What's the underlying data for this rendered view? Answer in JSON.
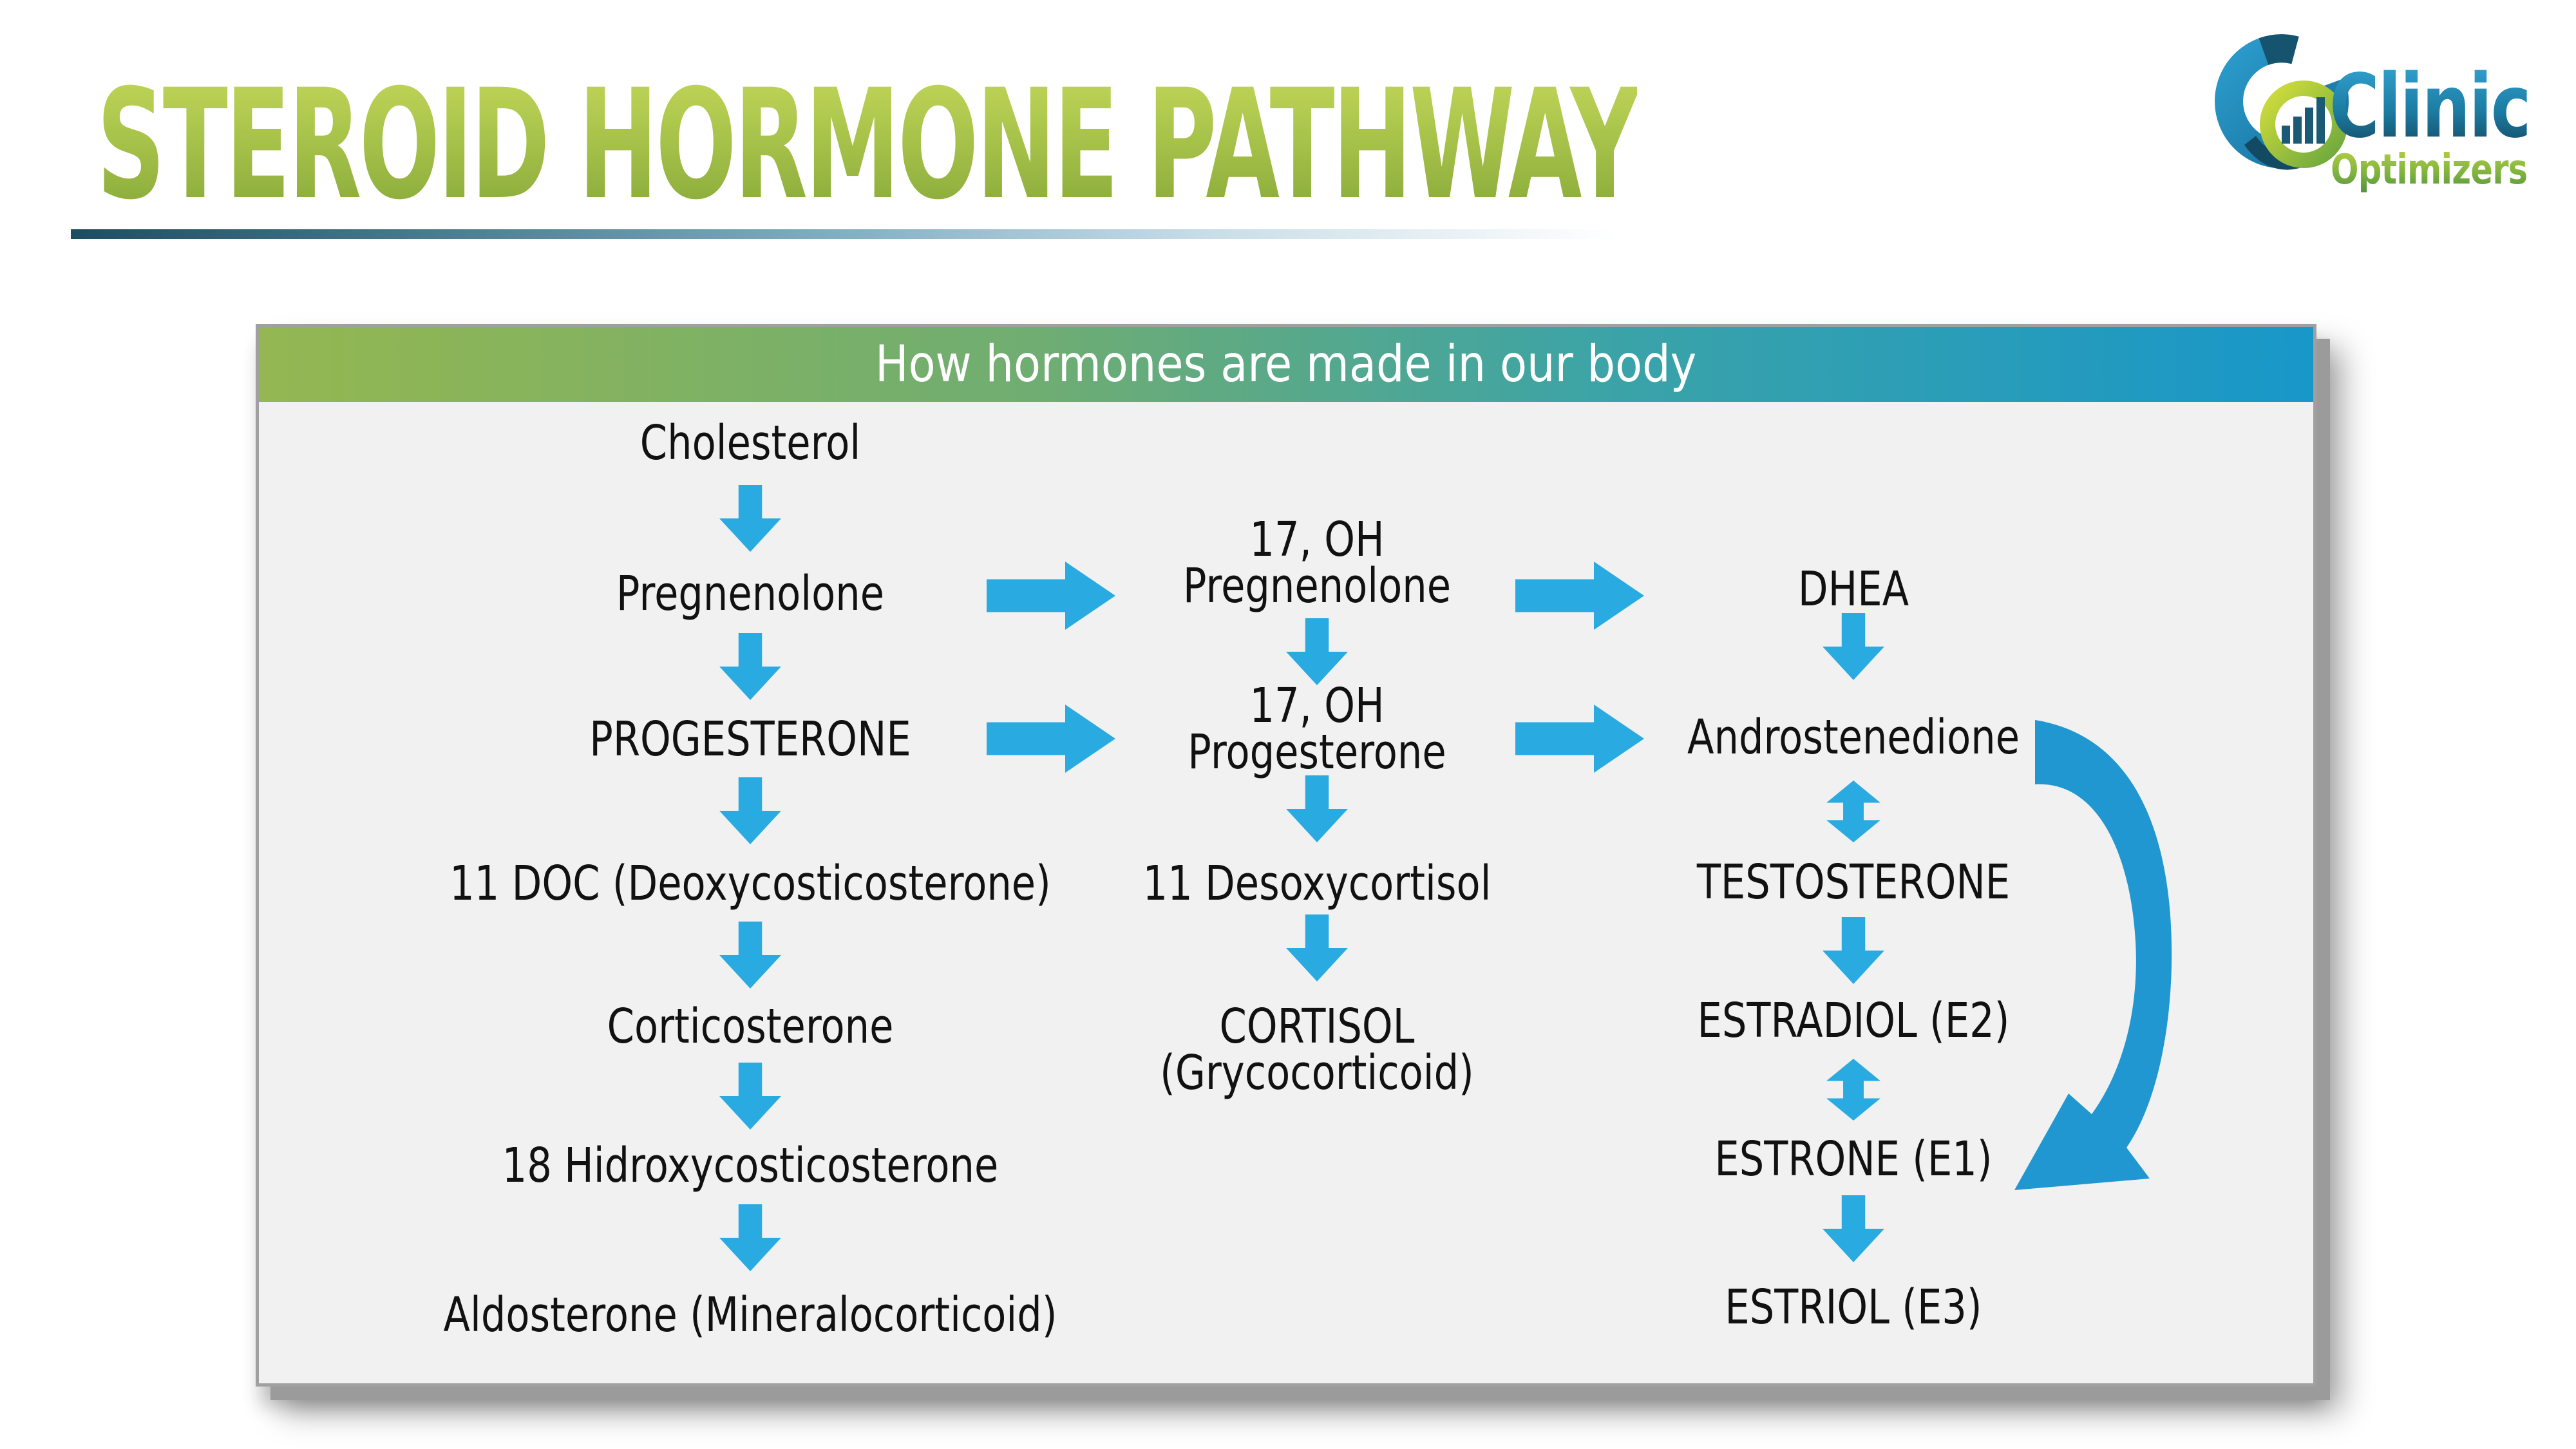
{
  "title": {
    "text": "STEROID HORMONE PATHWAY"
  },
  "logo": {
    "brand": "Clinic",
    "sub": "Optimizers"
  },
  "panel": {
    "header": "How hormones are made in our body"
  },
  "pathway": {
    "col1": [
      "Cholesterol",
      "Pregnenolone",
      "PROGESTERONE",
      "11 DOC (Deoxycosticosterone)",
      "Corticosterone",
      "18 Hidroxycosticosterone",
      "Aldosterone (Mineralocorticoid)"
    ],
    "col2": [
      "17, OH\nPregnenolone",
      "17, OH\nProgesterone",
      "11 Desoxycortisol",
      "CORTISOL\n(Grycocorticoid)"
    ],
    "col3": [
      "DHEA",
      "Androstenedione",
      "TESTOSTERONE",
      "ESTRADIOL (E2)",
      "ESTRONE (E1)",
      "ESTRIOL (E3)"
    ]
  },
  "edges": [
    {
      "from": "Cholesterol",
      "to": "Pregnenolone",
      "type": "down"
    },
    {
      "from": "Pregnenolone",
      "to": "PROGESTERONE",
      "type": "down"
    },
    {
      "from": "PROGESTERONE",
      "to": "11 DOC (Deoxycosticosterone)",
      "type": "down"
    },
    {
      "from": "11 DOC (Deoxycosticosterone)",
      "to": "Corticosterone",
      "type": "down"
    },
    {
      "from": "Corticosterone",
      "to": "18 Hidroxycosticosterone",
      "type": "down"
    },
    {
      "from": "18 Hidroxycosticosterone",
      "to": "Aldosterone (Mineralocorticoid)",
      "type": "down"
    },
    {
      "from": "Pregnenolone",
      "to": "17, OH Pregnenolone",
      "type": "right"
    },
    {
      "from": "PROGESTERONE",
      "to": "17, OH Progesterone",
      "type": "right"
    },
    {
      "from": "17, OH Pregnenolone",
      "to": "17, OH Progesterone",
      "type": "down"
    },
    {
      "from": "17, OH Progesterone",
      "to": "11 Desoxycortisol",
      "type": "down"
    },
    {
      "from": "11 Desoxycortisol",
      "to": "CORTISOL (Grycocorticoid)",
      "type": "down"
    },
    {
      "from": "17, OH Pregnenolone",
      "to": "DHEA",
      "type": "right"
    },
    {
      "from": "17, OH Progesterone",
      "to": "Androstenedione",
      "type": "right"
    },
    {
      "from": "DHEA",
      "to": "Androstenedione",
      "type": "down"
    },
    {
      "from": "Androstenedione",
      "to": "TESTOSTERONE",
      "type": "bidirectional"
    },
    {
      "from": "TESTOSTERONE",
      "to": "ESTRADIOL (E2)",
      "type": "down"
    },
    {
      "from": "ESTRADIOL (E2)",
      "to": "ESTRONE (E1)",
      "type": "bidirectional"
    },
    {
      "from": "ESTRONE (E1)",
      "to": "ESTRIOL (E3)",
      "type": "down"
    },
    {
      "from": "Androstenedione",
      "to": "ESTRONE (E1)",
      "type": "curved"
    }
  ],
  "icons": {
    "down_arrow": "block-arrow-down",
    "right_arrow": "block-arrow-right",
    "updown_arrow": "block-arrow-vertical-bidirectional",
    "curved_arrow": "swoosh-curve-right",
    "logo_mark": "c-swirl-with-bar-chart"
  },
  "colors": {
    "arrow": "#29abe2",
    "curved_arrow": "#2097d1",
    "header_gradient_left": "#94b751",
    "header_gradient_right": "#1897c9",
    "title_gradient_top": "#c2d65a",
    "title_gradient_bottom": "#86a839",
    "panel_bg": "#f1f1f1",
    "panel_border": "#a0a0a0",
    "underline_dark": "#1d4d62",
    "text": "#111111",
    "header_text": "#ffffff"
  }
}
